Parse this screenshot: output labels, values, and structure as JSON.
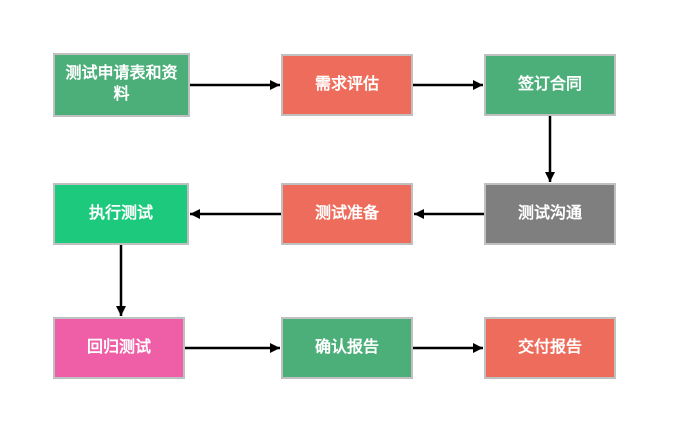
{
  "diagram": {
    "type": "flowchart",
    "background_color": "#ffffff",
    "node_border_color": "#c0c0c0",
    "node_text_color": "#ffffff",
    "arrow_color": "#000000",
    "nodes": [
      {
        "id": "n1",
        "label": "测试申请表和资料",
        "fill": "#4caf7a"
      },
      {
        "id": "n2",
        "label": "需求评估",
        "fill": "#ee6c5b"
      },
      {
        "id": "n3",
        "label": "签订合同",
        "fill": "#4caf7a"
      },
      {
        "id": "n4",
        "label": "测试沟通",
        "fill": "#7f7f7f"
      },
      {
        "id": "n5",
        "label": "测试准备",
        "fill": "#ee6c5b"
      },
      {
        "id": "n6",
        "label": "执行测试",
        "fill": "#1dc97d"
      },
      {
        "id": "n7",
        "label": "回归测试",
        "fill": "#ef5fa7"
      },
      {
        "id": "n8",
        "label": "确认报告",
        "fill": "#4caf7a"
      },
      {
        "id": "n9",
        "label": "交付报告",
        "fill": "#ee6c5b"
      }
    ],
    "edges": [
      {
        "from": "n1",
        "to": "n2"
      },
      {
        "from": "n2",
        "to": "n3"
      },
      {
        "from": "n3",
        "to": "n4"
      },
      {
        "from": "n4",
        "to": "n5"
      },
      {
        "from": "n5",
        "to": "n6"
      },
      {
        "from": "n6",
        "to": "n7"
      },
      {
        "from": "n7",
        "to": "n8"
      },
      {
        "from": "n8",
        "to": "n9"
      }
    ]
  }
}
